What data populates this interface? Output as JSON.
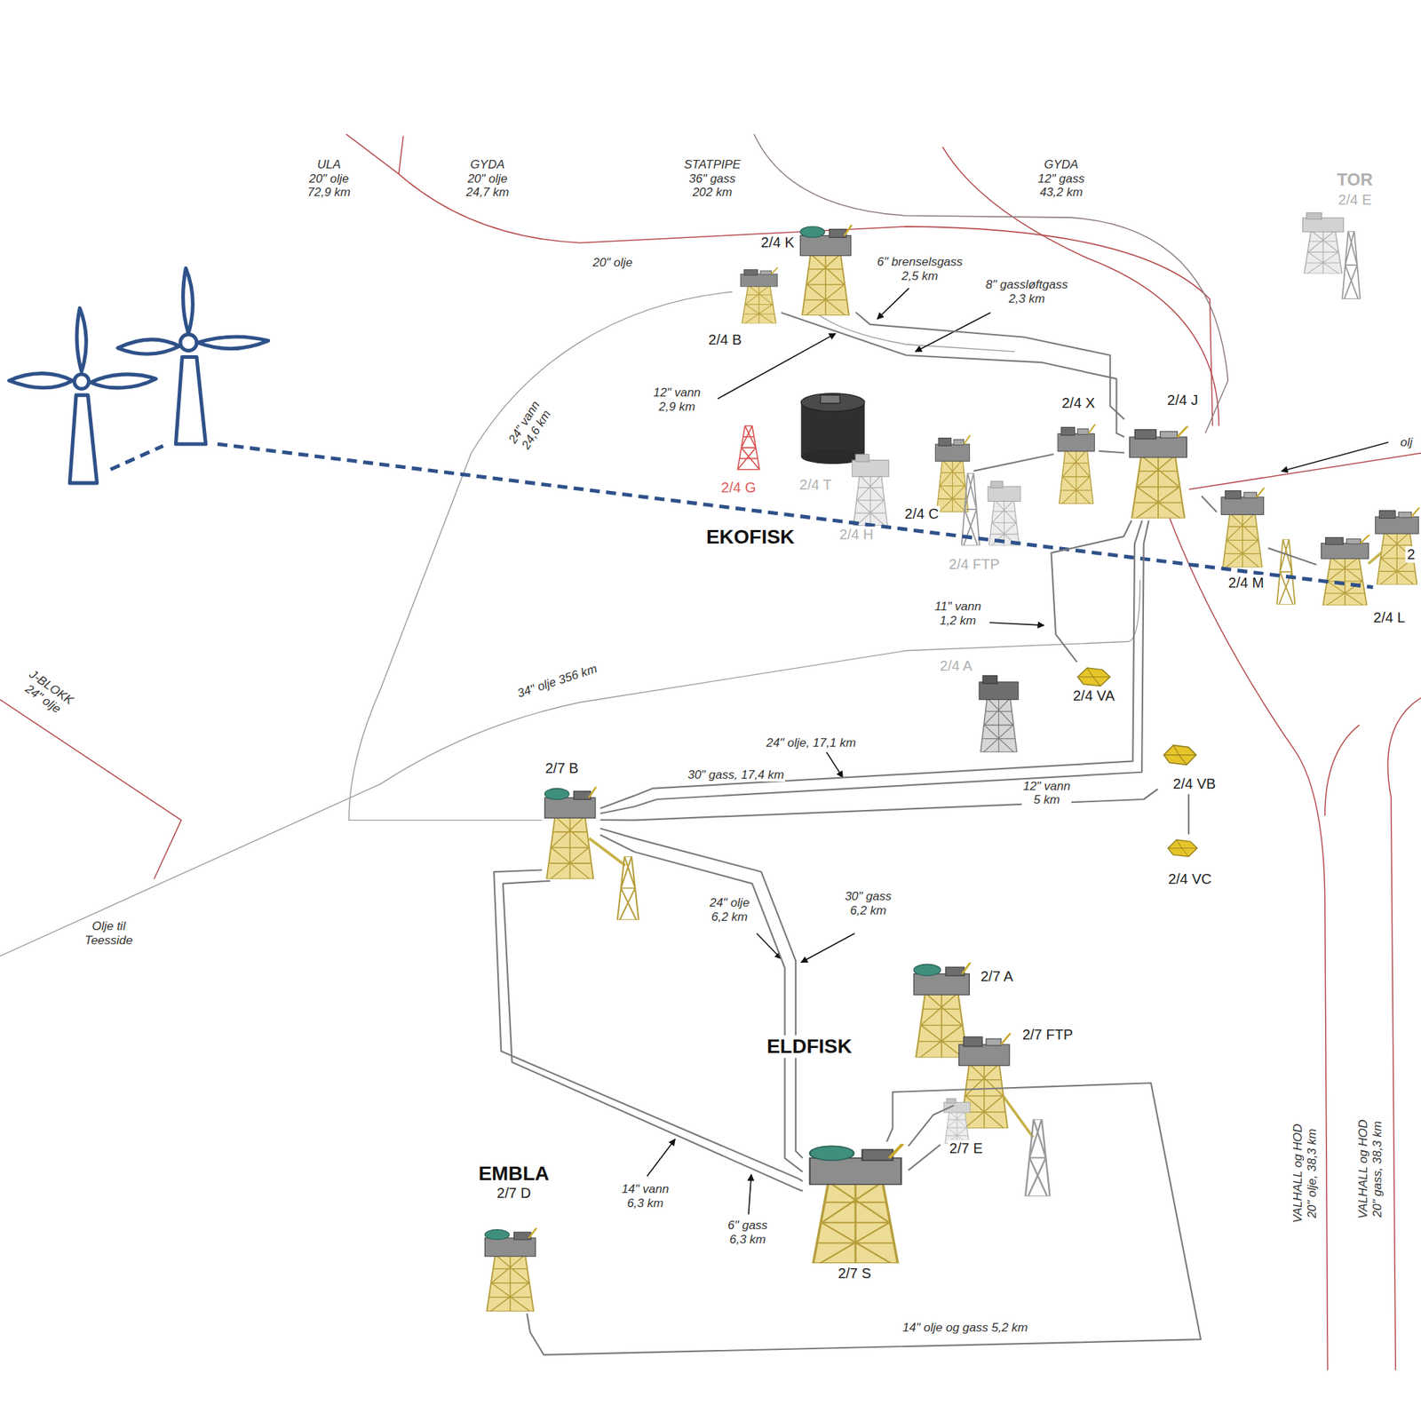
{
  "diagram": {
    "nodes": [
      {
        "text": [
          "TOR",
          "2/4 E"
        ]
      },
      {
        "text": [
          "2/4 K"
        ]
      },
      {
        "text": [
          "2/4 B"
        ]
      },
      {
        "text": [
          "2/4 X"
        ]
      },
      {
        "text": [
          "2/4 J"
        ]
      },
      {
        "text": [
          "2/4 G"
        ]
      },
      {
        "text": [
          "2/4 T"
        ]
      },
      {
        "text": [
          "2/4 C"
        ]
      },
      {
        "text": [
          "2/4 H"
        ]
      },
      {
        "text": [
          "2/4 FTP"
        ]
      },
      {
        "text": [
          "2/4 M"
        ]
      },
      {
        "text": [
          "2/4 L"
        ]
      },
      {
        "text": [
          "2/4 A"
        ]
      },
      {
        "text": [
          "2/4 VA"
        ]
      },
      {
        "text": [
          "2/4 VB"
        ]
      },
      {
        "text": [
          "2/7 B"
        ]
      },
      {
        "text": [
          "2/4 VC"
        ]
      },
      {
        "text": [
          "2/7 A"
        ]
      },
      {
        "text": [
          "2/7 FTP"
        ]
      },
      {
        "text": [
          "2/7 E"
        ]
      },
      {
        "text": [
          "EMBLA",
          "2/7 D"
        ]
      },
      {
        "text": [
          "2/7 S"
        ]
      }
    ],
    "edges": [
      {
        "from": 1,
        "to": 4,
        "arrow": "none"
      },
      {
        "from": 2,
        "to": 4,
        "arrow": "none"
      },
      {
        "from": 7,
        "to": 3,
        "arrow": "none"
      },
      {
        "from": 3,
        "to": 4,
        "arrow": "none"
      },
      {
        "from": 4,
        "to": 10,
        "arrow": "none"
      },
      {
        "from": 10,
        "to": 11,
        "arrow": "none"
      },
      {
        "from": 13,
        "to": 4,
        "arrow": "none"
      },
      {
        "from": 15,
        "to": 14,
        "arrow": "none",
        "label": "12\" vann 5 km"
      },
      {
        "from": 14,
        "to": 16,
        "arrow": "none"
      },
      {
        "from": 15,
        "to": 4,
        "arrow": "none"
      },
      {
        "from": 15,
        "to": 4,
        "arrow": "none"
      },
      {
        "from": 15,
        "to": 21,
        "arrow": "none"
      },
      {
        "from": 15,
        "to": 21,
        "arrow": "none"
      },
      {
        "from": 15,
        "to": 21,
        "arrow": "none"
      },
      {
        "from": 15,
        "to": 21,
        "arrow": "none"
      },
      {
        "from": 20,
        "to": 21,
        "arrow": "none"
      },
      {
        "from": 18,
        "to": 21,
        "arrow": "none"
      },
      {
        "from": 19,
        "to": 21,
        "arrow": "none"
      }
    ],
    "labels": [
      "ULA 20\" olje 72,9 km",
      "GYDA 20\" olje 24,7 km",
      "STATPIPE 36\" gass 202 km",
      "GYDA 12\" gass 43,2 km",
      "20\" olje",
      "6\" brenselsgass 2,5 km",
      "8\" gassløftgass 2,3 km",
      "12\" vann 2,9 km",
      "24\" vann 24,6 km",
      "olj",
      "EKOFISK",
      "2",
      "11\" vann 1,2 km",
      "34\" olje 356 km",
      "J-BLOKK 24\" olje",
      "24\" olje, 17,1 km",
      "30\" gass, 17,4 km",
      "Olje til Teesside",
      "24\" olje 6,2 km",
      "30\" gass 6,2 km",
      "ELDFISK",
      "14\" vann 6,3 km",
      "6\" gass 6,3 km",
      "14\" olje og gass 5,2 km",
      "VALHALL og HOD 20\" olje, 38,3 km",
      "VALHALL og HOD 20\" gass, 38,3 km"
    ]
  }
}
